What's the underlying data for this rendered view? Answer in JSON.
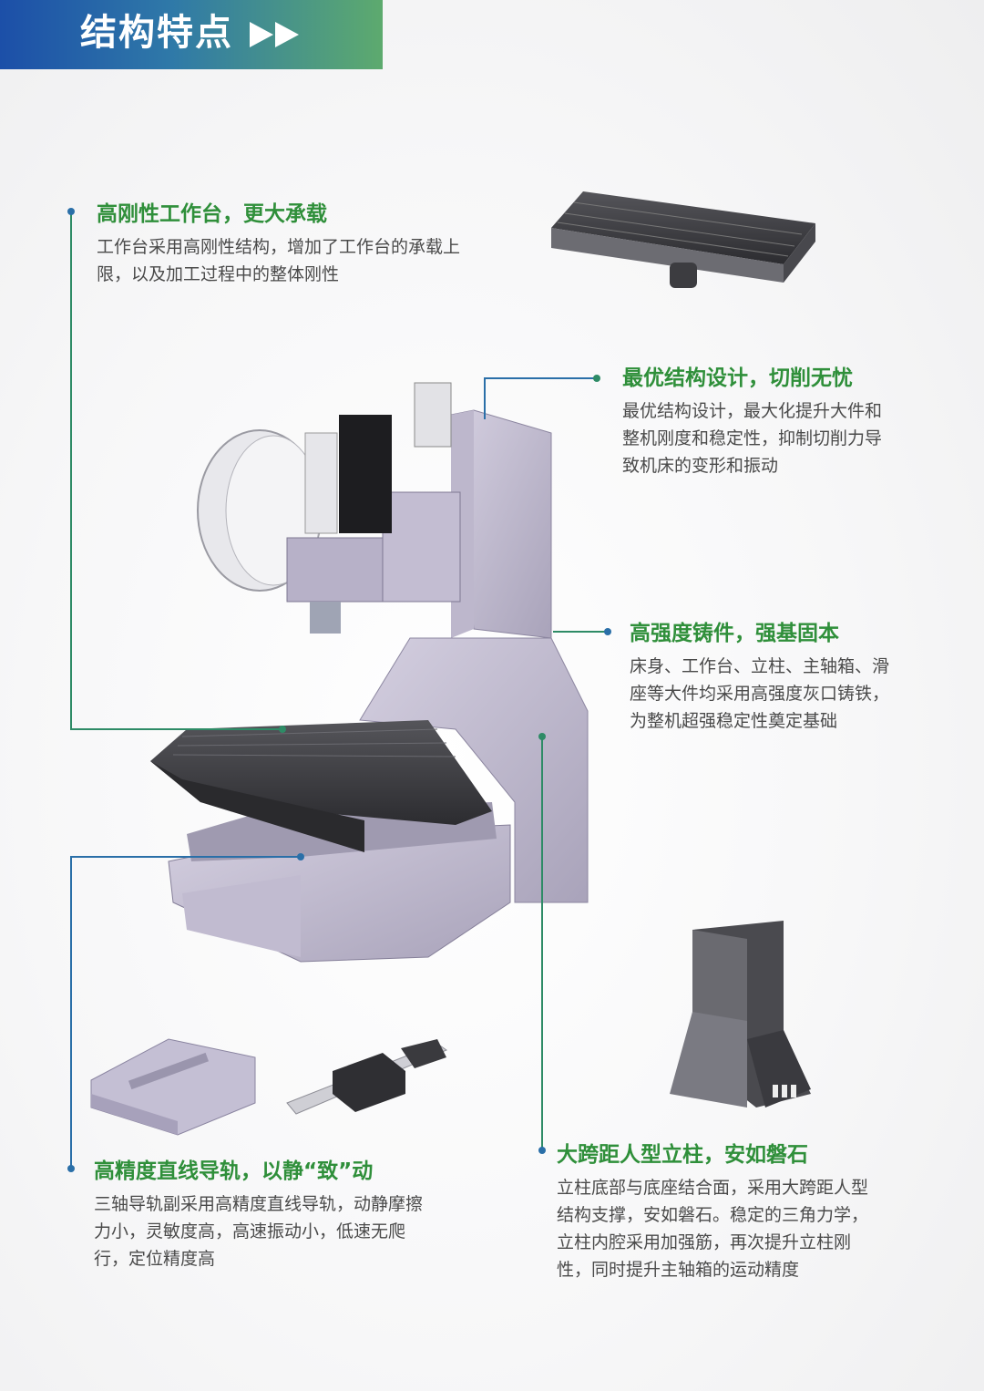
{
  "header": {
    "title": "结构特点"
  },
  "features": {
    "worktable": {
      "title": "高刚性工作台，更大承载",
      "lines": [
        "工作台采用高刚性结构，增加了工作台的承载上",
        "限，以及加工过程中的整体刚性"
      ]
    },
    "design": {
      "title": "最优结构设计，切削无忧",
      "lines": [
        "最优结构设计，最大化提升大件和",
        "整机刚度和稳定性，抑制切削力导",
        "致机床的变形和振动"
      ]
    },
    "casting": {
      "title": "高强度铸件，强基固本",
      "lines": [
        "床身、工作台、立柱、主轴箱、滑",
        "座等大件均采用高强度灰口铸铁，",
        "为整机超强稳定性奠定基础"
      ]
    },
    "rails": {
      "title": "高精度直线导轨，以静“致”动",
      "lines": [
        "三轴导轨副采用高精度直线导轨，动静摩擦",
        "力小，灵敏度高，高速振动小，低速无爬",
        "行，定位精度高"
      ]
    },
    "column": {
      "title": "大跨距人型立柱，安如磐石",
      "lines": [
        "立柱底部与底座结合面，采用大跨距人型",
        "结构支撑，安如磐石。稳定的三角力学，",
        "立柱内腔采用加强筋，再次提升立柱刚",
        "性，同时提升主轴箱的运动精度"
      ]
    }
  },
  "colors": {
    "accent_green": "#2f8f3a",
    "accent_blue": "#2a5fb0",
    "casting_purple": "#c8c2d6",
    "table_dark": "#3a3a3c"
  },
  "icons": [
    "double-arrow-icon"
  ]
}
